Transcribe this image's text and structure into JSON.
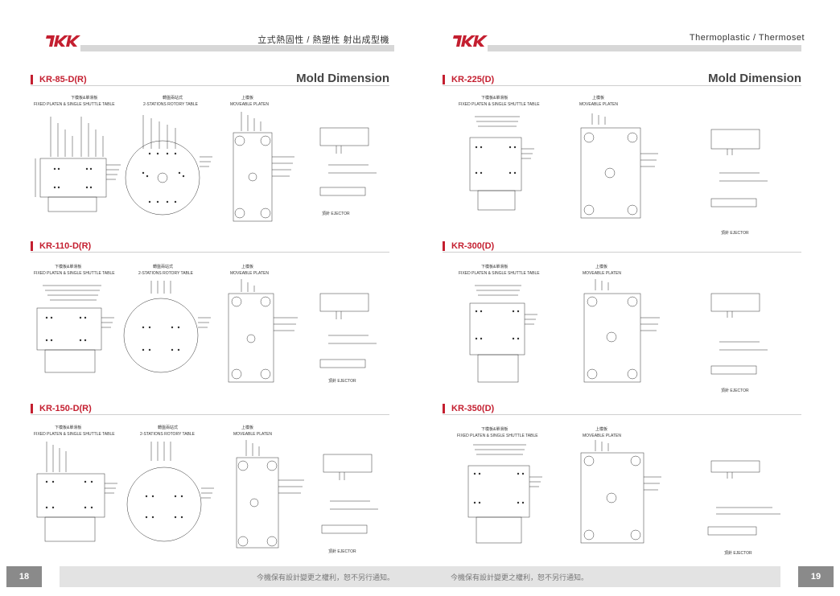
{
  "brand": {
    "logo_text": "TKK"
  },
  "left_page": {
    "header_text": "立式熱固性 / 熱塑性 射出成型機",
    "section_title": "Mold Dimension",
    "page_number": "18",
    "footer_note": "今機保有設計變更之權利，恕不另行通知。",
    "models": [
      {
        "name": "KR-85-D(R)"
      },
      {
        "name": "KR-110-D(R)"
      },
      {
        "name": "KR-150-D(R)"
      }
    ]
  },
  "right_page": {
    "header_text": "Thermoplastic / Thermoset",
    "section_title": "Mold Dimension",
    "page_number": "19",
    "footer_note": "今機保有設計變更之權利，恕不另行通知。",
    "models": [
      {
        "name": "KR-225(D)"
      },
      {
        "name": "KR-300(D)"
      },
      {
        "name": "KR-350(D)"
      }
    ]
  },
  "captions": {
    "fixed_zh": "下模板&單滑板",
    "fixed_en": "FIXED PLATEN & SINGLE SHUTTLE TABLE",
    "rotary_zh": "轉盤兩站式",
    "rotary_en": "2-STATIONS ROTORY TABLE",
    "moveable_zh": "上模板",
    "moveable_en": "MOVEABLE PLATEN",
    "ejector": "頂針 EJECTOR"
  }
}
